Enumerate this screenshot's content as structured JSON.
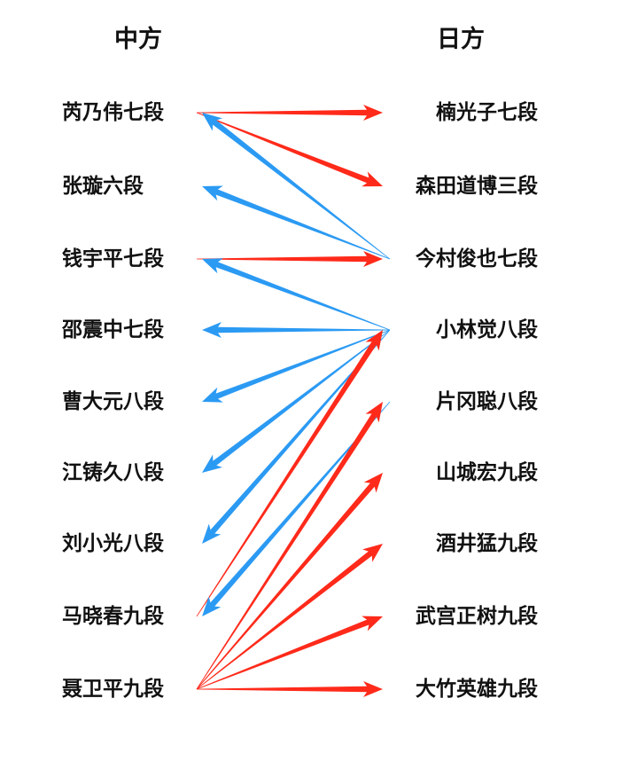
{
  "headers": {
    "china": "中方",
    "japan": "日方"
  },
  "china": [
    "芮乃伟七段",
    "张璇六段",
    "钱宇平七段",
    "邵震中七段",
    "曹大元八段",
    "江铸久八段",
    "刘小光八段",
    "马晓春九段",
    "聂卫平九段"
  ],
  "japan": [
    "楠光子七段",
    "森田道博三段",
    "今村俊也七段",
    "小林觉八段",
    "片冈聪八段",
    "山城宏九段",
    "酒井猛九段",
    "武宫正树九段",
    "大竹英雄九段"
  ],
  "colors": {
    "china_win": "#ff2a1a",
    "japan_win": "#2b9af3"
  },
  "edges": [
    {
      "winner_side": "china",
      "winner": 0,
      "loser": 0
    },
    {
      "winner_side": "china",
      "winner": 0,
      "loser": 1
    },
    {
      "winner_side": "japan",
      "winner": 2,
      "loser": 0
    },
    {
      "winner_side": "japan",
      "winner": 2,
      "loser": 1
    },
    {
      "winner_side": "china",
      "winner": 2,
      "loser": 2
    },
    {
      "winner_side": "japan",
      "winner": 3,
      "loser": 2
    },
    {
      "winner_side": "japan",
      "winner": 3,
      "loser": 3
    },
    {
      "winner_side": "japan",
      "winner": 3,
      "loser": 4
    },
    {
      "winner_side": "japan",
      "winner": 3,
      "loser": 5
    },
    {
      "winner_side": "japan",
      "winner": 3,
      "loser": 6
    },
    {
      "winner_side": "china",
      "winner": 7,
      "loser": 3
    },
    {
      "winner_side": "japan",
      "winner": 4,
      "loser": 7
    },
    {
      "winner_side": "china",
      "winner": 8,
      "loser": 4
    },
    {
      "winner_side": "china",
      "winner": 8,
      "loser": 5
    },
    {
      "winner_side": "china",
      "winner": 8,
      "loser": 6
    },
    {
      "winner_side": "china",
      "winner": 8,
      "loser": 7
    },
    {
      "winner_side": "china",
      "winner": 8,
      "loser": 8
    }
  ]
}
